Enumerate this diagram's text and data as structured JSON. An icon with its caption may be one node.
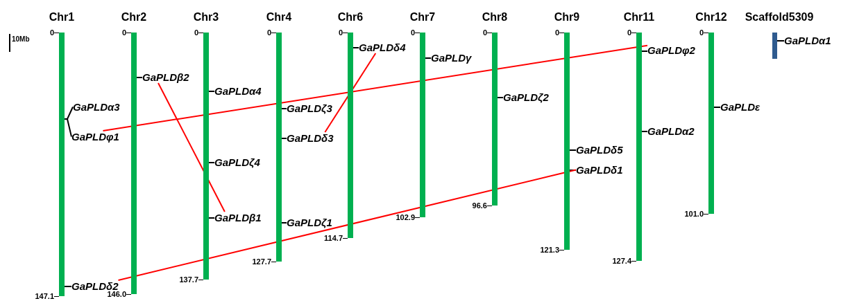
{
  "diagram": {
    "nodes": [
      {
        "text": [
          "Chr1"
        ],
        "beside": [
          "0",
          "147.1"
        ]
      },
      {
        "text": [
          "GaPLDα3"
        ]
      },
      {
        "text": [
          "GaPLDφ1"
        ]
      },
      {
        "text": [
          "GaPLDδ2"
        ]
      },
      {
        "text": [
          "Chr2"
        ],
        "beside": [
          "0",
          "146.0"
        ]
      },
      {
        "text": [
          "GaPLDβ2"
        ]
      },
      {
        "text": [
          "Chr3"
        ],
        "beside": [
          "0",
          "137.7"
        ]
      },
      {
        "text": [
          "GaPLDα4"
        ]
      },
      {
        "text": [
          "GaPLDζ4"
        ]
      },
      {
        "text": [
          "GaPLDβ1"
        ]
      },
      {
        "text": [
          "Chr4"
        ],
        "beside": [
          "0",
          "127.7"
        ]
      },
      {
        "text": [
          "GaPLDζ3"
        ]
      },
      {
        "text": [
          "GaPLDδ3"
        ]
      },
      {
        "text": [
          "GaPLDζ1"
        ]
      },
      {
        "text": [
          "Chr6"
        ],
        "beside": [
          "0",
          "114.7"
        ]
      },
      {
        "text": [
          "GaPLDδ4"
        ]
      },
      {
        "text": [
          "Chr7"
        ],
        "beside": [
          "0",
          "102.9"
        ]
      },
      {
        "text": [
          "GaPLDγ"
        ]
      },
      {
        "text": [
          "Chr8"
        ],
        "beside": [
          "0",
          "96.6"
        ]
      },
      {
        "text": [
          "GaPLDζ2"
        ]
      },
      {
        "text": [
          "Chr9"
        ],
        "beside": [
          "0",
          "121.3"
        ]
      },
      {
        "text": [
          "GaPLDδ5"
        ]
      },
      {
        "text": [
          "GaPLDδ1"
        ]
      },
      {
        "text": [
          "Chr11"
        ],
        "beside": [
          "0",
          "127.4"
        ]
      },
      {
        "text": [
          "GaPLDφ2"
        ]
      },
      {
        "text": [
          "GaPLDα2"
        ]
      },
      {
        "text": [
          "Chr12"
        ],
        "beside": [
          "0",
          "101.0"
        ]
      },
      {
        "text": [
          "GaPLDε"
        ]
      },
      {
        "text": [
          "Scaffold5309"
        ]
      },
      {
        "text": [
          "GaPLDα1"
        ]
      }
    ],
    "edges": [
      {
        "from": 1,
        "to": 0,
        "arrow": "none"
      },
      {
        "from": 2,
        "to": 0,
        "arrow": "none"
      },
      {
        "from": 3,
        "to": 0,
        "arrow": "none"
      },
      {
        "from": 5,
        "to": 4,
        "arrow": "none"
      },
      {
        "from": 7,
        "to": 6,
        "arrow": "none"
      },
      {
        "from": 8,
        "to": 6,
        "arrow": "none"
      },
      {
        "from": 9,
        "to": 6,
        "arrow": "none"
      },
      {
        "from": 11,
        "to": 10,
        "arrow": "none"
      },
      {
        "from": 12,
        "to": 10,
        "arrow": "none"
      },
      {
        "from": 13,
        "to": 10,
        "arrow": "none"
      },
      {
        "from": 15,
        "to": 14,
        "arrow": "none"
      },
      {
        "from": 17,
        "to": 16,
        "arrow": "none"
      },
      {
        "from": 19,
        "to": 18,
        "arrow": "none"
      },
      {
        "from": 21,
        "to": 20,
        "arrow": "none"
      },
      {
        "from": 22,
        "to": 20,
        "arrow": "none"
      },
      {
        "from": 24,
        "to": 23,
        "arrow": "none"
      },
      {
        "from": 25,
        "to": 23,
        "arrow": "none"
      },
      {
        "from": 27,
        "to": 26,
        "arrow": "none"
      },
      {
        "from": 29,
        "to": 28,
        "arrow": "none"
      },
      {
        "from": 2,
        "to": 24,
        "arrow": "none",
        "color": "#ff0000"
      },
      {
        "from": 5,
        "to": 9,
        "arrow": "none",
        "color": "#ff0000"
      },
      {
        "from": 15,
        "to": 12,
        "arrow": "none",
        "color": "#ff0000"
      },
      {
        "from": 3,
        "to": 22,
        "arrow": "none",
        "color": "#ff0000"
      }
    ],
    "labels": [
      "10Mb"
    ]
  }
}
